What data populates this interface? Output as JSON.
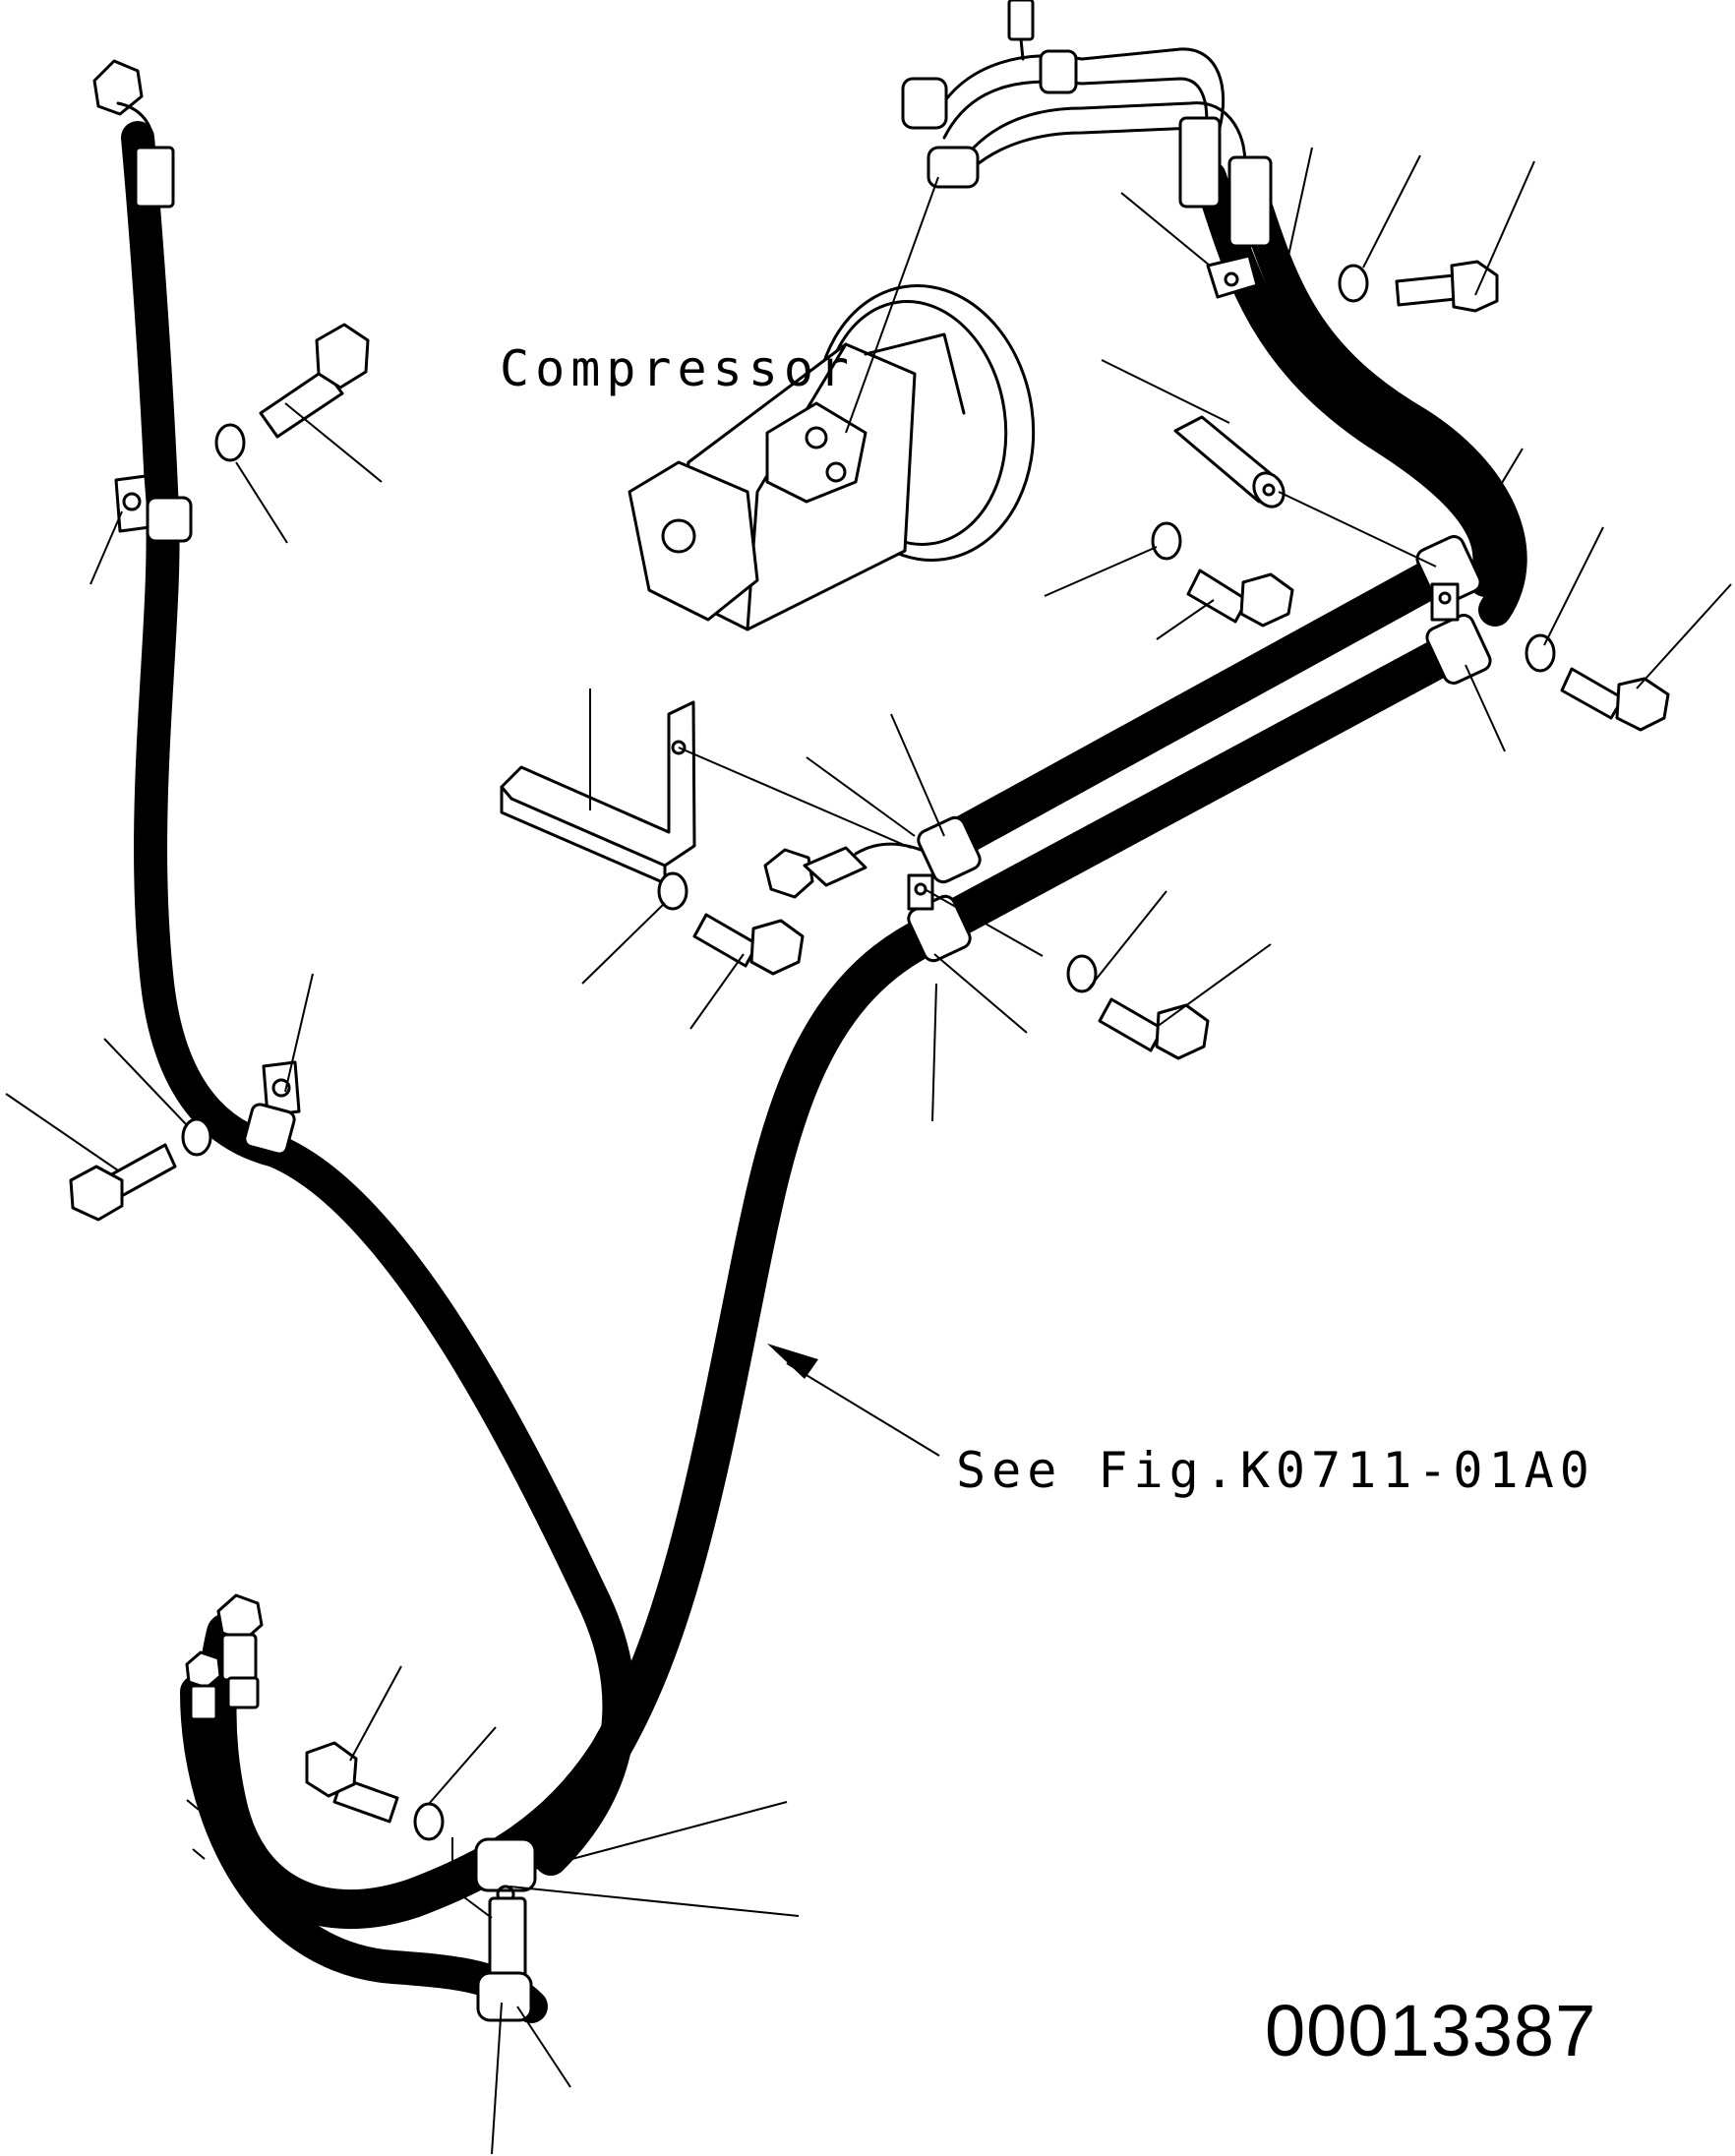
{
  "labels": {
    "compressor": "Compressor",
    "see_fig": "See Fig.K0711-01A0",
    "drawing_id": "00013387"
  },
  "colors": {
    "ink": "#000000",
    "paper": "#ffffff"
  }
}
